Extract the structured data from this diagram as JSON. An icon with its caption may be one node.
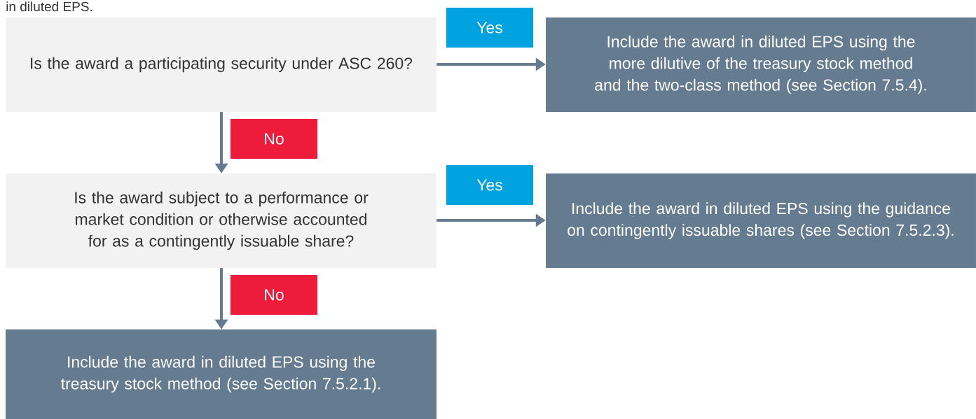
{
  "diagram": {
    "nodes": [
      {
        "text": [
          "Is the award a participating security under ASC 260?"
        ]
      },
      {
        "text": [
          "Include the award in diluted EPS using the more dilutive of the treasury stock method and the two-class method (see Section 7.5.4)."
        ]
      },
      {
        "text": [
          "Is the award subject to a performance or market condition or otherwise accounted for as a contingently issuable share?"
        ]
      },
      {
        "text": [
          "Include the award in diluted EPS using the guidance on contingently issuable shares (see Section 7.5.2.3)."
        ]
      },
      {
        "text": [
          "Include the award in diluted EPS using the treasury stock method (see Section 7.5.2.1)."
        ]
      }
    ],
    "edges": [
      {
        "from": 0,
        "to": 1,
        "arrow": "to",
        "label": "Yes"
      },
      {
        "from": 0,
        "to": 2,
        "arrow": "to",
        "label": "No"
      },
      {
        "from": 2,
        "to": 3,
        "arrow": "to",
        "label": "Yes"
      },
      {
        "from": 2,
        "to": 4,
        "arrow": "to",
        "label": "No"
      }
    ],
    "labels": [
      "in diluted EPS."
    ]
  }
}
